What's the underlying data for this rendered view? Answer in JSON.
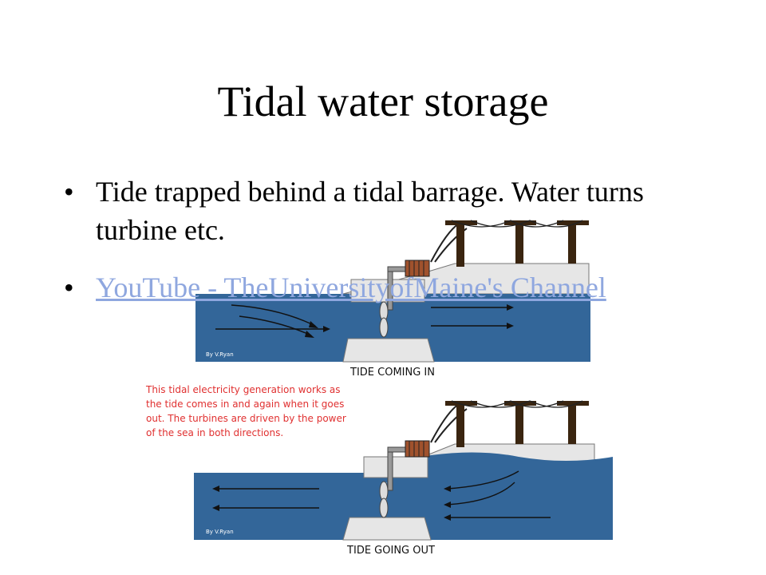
{
  "slide": {
    "title": "Tidal water storage",
    "bullets": [
      {
        "text": "Tide trapped behind a tidal barrage. Water turns turbine etc."
      },
      {
        "link": "YouTube - TheUniversityofMaine's Channel"
      }
    ]
  },
  "diagram": {
    "top_caption": "TIDE COMING IN",
    "bottom_caption": "TIDE GOING OUT",
    "credit": "By V.Ryan",
    "note_lines": [
      "This tidal electricity generation works as",
      "the tide comes in and again when it goes",
      "out. The turbines are driven by the power",
      "of the sea in both directions."
    ],
    "colors": {
      "sea": "#336699",
      "barrage": "#e6e6e6",
      "note_text": "#e03030",
      "link": "#8fa7df"
    }
  }
}
